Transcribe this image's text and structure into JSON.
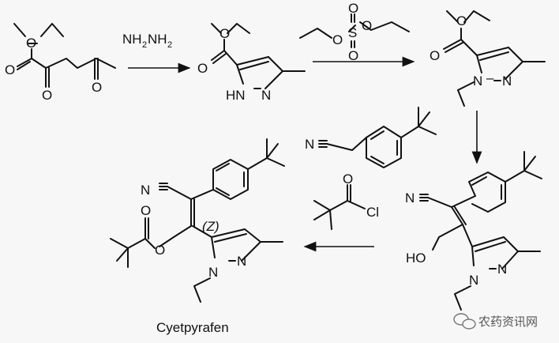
{
  "reagents": {
    "hydrazine": "NH2NH2",
    "diethyl_sulfate": "diethyl sulfate",
    "nitrile": "4-tert-butylphenylacetonitrile",
    "pivaloyl_chloride": "pivaloyl chloride"
  },
  "atoms": {
    "O": "O",
    "S": "S",
    "N": "N",
    "NH": "NH",
    "HN": "HN",
    "HO": "HO",
    "Cl": "Cl",
    "Z": "(Z)"
  },
  "product_name": "Cyetpyrafen",
  "watermark": {
    "icon": "wechat-icon",
    "text": "农药资讯网"
  }
}
